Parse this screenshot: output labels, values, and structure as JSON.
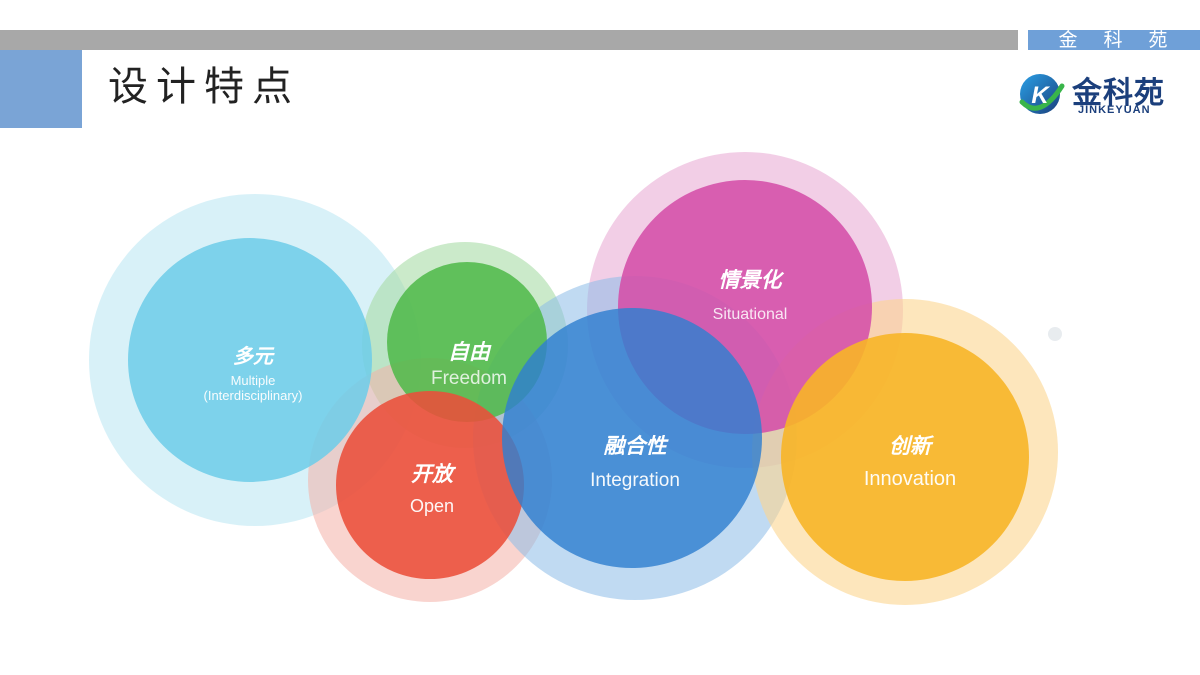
{
  "header": {
    "brand_tag": "金 科 苑",
    "title": "设计特点"
  },
  "logo": {
    "name_cn": "金科苑",
    "name_en": "JINKEYUAN",
    "mark_letter": "K"
  },
  "bubbles": [
    {
      "id": "multiple",
      "cn": "多元",
      "en_line1": "Multiple",
      "en_line2": "(Interdisciplinary)",
      "color": "#6fcde8"
    },
    {
      "id": "freedom",
      "cn": "自由",
      "en_line1": "Freedom",
      "color": "#4db848"
    },
    {
      "id": "situational",
      "cn": "情景化",
      "en_line1": "Situational",
      "color": "#d44ea8"
    },
    {
      "id": "open",
      "cn": "开放",
      "en_line1": "Open",
      "color": "#ea4f3a"
    },
    {
      "id": "integration",
      "cn": "融合性",
      "en_line1": "Integration",
      "color": "#2f7fd0"
    },
    {
      "id": "innovation",
      "cn": "创新",
      "en_line1": "Innovation",
      "color": "#f7b527"
    }
  ]
}
